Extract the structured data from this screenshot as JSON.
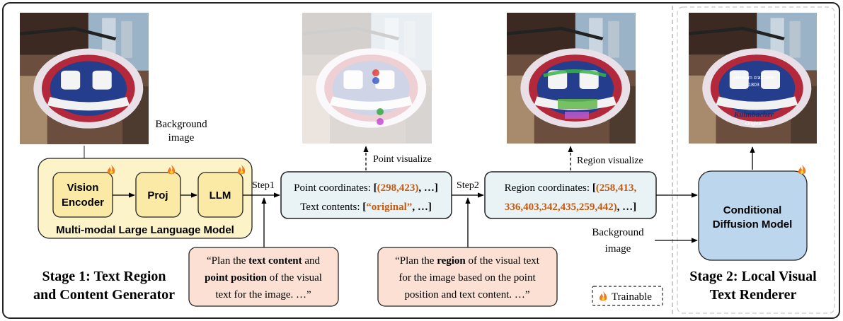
{
  "images": {
    "background_label_1": "Background",
    "background_label_2": "image"
  },
  "mllm": {
    "vision_encoder_1": "Vision",
    "vision_encoder_2": "Encoder",
    "proj": "Proj",
    "llm": "LLM",
    "title": "Multi-modal Large Language Model"
  },
  "steps": {
    "step1": "Step1",
    "step2": "Step2"
  },
  "points_box": {
    "line1_prefix": "Point coordinates: ",
    "line1_open": "[",
    "line1_value": "(298,423)",
    "line1_suffix": ", …]",
    "line2_prefix": "Text contents: ",
    "line2_open": "[",
    "line2_value": "“original”",
    "line2_suffix": ", …]"
  },
  "region_box": {
    "line1_prefix": "Region coordinates: ",
    "line1_open": "[",
    "line1_value": "(258,413,",
    "line2_value": "336,403,342,435,259,442)",
    "line2_suffix": ", …]"
  },
  "visualize": {
    "point": "Point visualize",
    "region": "Region visualize"
  },
  "prompt1": {
    "l1a": "“Plan the ",
    "l1b": "text content",
    "l1c": " and",
    "l2a": "point position",
    "l2b": " of the visual",
    "l3": "text for the image. …”"
  },
  "prompt2": {
    "l1a": "“Plan the ",
    "l1b": "region",
    "l1c": " of the visual text",
    "l2": "for the image based on the point",
    "l3": "position and text content. …”"
  },
  "stage1": {
    "line1": "Stage 1: Text Region",
    "line2": "and Content Generator"
  },
  "stage2": {
    "line1": "Stage 2: Local Visual",
    "line2": "Text Renderer"
  },
  "diffusion": {
    "line1": "Conditional",
    "line2": "Diffusion Model",
    "bg1": "Background",
    "bg2": "image"
  },
  "legend": {
    "trainable": "Trainable"
  },
  "sign_text": {
    "top": "premium craft beer",
    "year": "1803",
    "brand": "Kulmbacher",
    "bottom": "Original"
  },
  "colors": {
    "mllm_fill": "#fdf3c8",
    "module_fill": "#fbe9a6",
    "box_fill": "#e9f3f5",
    "prompt_fill": "#fbe0d3",
    "diffusion_fill": "#bcd6ee",
    "accent_orange": "#c55a11"
  }
}
